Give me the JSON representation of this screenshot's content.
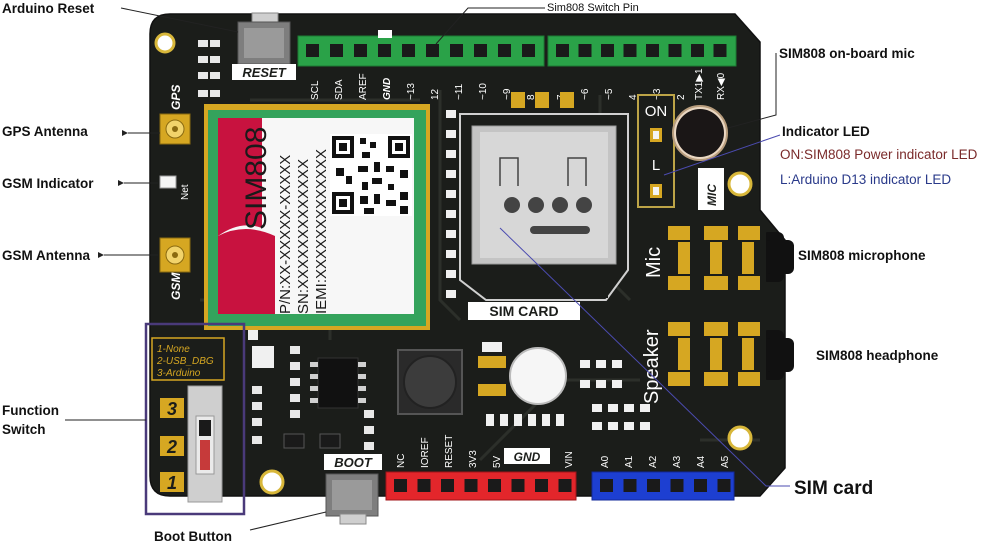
{
  "callouts": {
    "arduino_reset": "Arduino Reset",
    "switch_pin": "Sim808 Switch Pin",
    "onboard_mic": "SIM808 on-board mic",
    "gps_antenna": "GPS Antenna",
    "indicator_led": "Indicator LED",
    "on_desc": "ON:SIM808 Power indicator LED",
    "l_desc": "L:Arduino D13 indicator LED",
    "gsm_indicator": "GSM Indicator",
    "gsm_antenna": "GSM Antenna",
    "sim_microphone": "SIM808 microphone",
    "sim_headphone": "SIM808 headphone",
    "function_switch_1": "Function",
    "function_switch_2": "Switch",
    "sim_card": "SIM card",
    "boot_button": "Boot Button"
  },
  "silkscreen": {
    "reset": "RESET",
    "gps": "GPS",
    "gsm": "GSM",
    "net": "Net",
    "mic_box": "MIC",
    "mic_jack": "Mic",
    "speaker": "Speaker",
    "on": "ON",
    "l": "L",
    "txd": "TX1▶1",
    "rxd": "RX◀0",
    "boot": "BOOT",
    "sim_card": "SIM CARD",
    "gnd_top": "GND",
    "gnd_bottom": "GND",
    "mode_1": "1-None",
    "mode_2": "2-USB_DBG",
    "mode_3": "3-Arduino",
    "num_1": "1",
    "num_2": "2",
    "num_3": "3"
  },
  "top_header_left": [
    "SCL",
    "SDA",
    "AREF",
    "GND",
    "~13",
    "12",
    "~11",
    "~10",
    "~9",
    "8"
  ],
  "top_header_right": [
    "7",
    "~6",
    "~5",
    "4",
    "~3",
    "2"
  ],
  "bottom_power": [
    "NC",
    "IOREF",
    "RESET",
    "3V3",
    "5V",
    "GND",
    "GND",
    "VIN"
  ],
  "bottom_analog": [
    "A0",
    "A1",
    "A2",
    "A3",
    "A4",
    "A5"
  ],
  "module": {
    "name": "SIM808",
    "pn": "P/N:XX-XXXXX-XXXXX",
    "sn": "SN:XXXXXXXXXXXXX",
    "iemi": "IEMI:XXXXXXXXXXXXX"
  },
  "colors": {
    "board": "#1b1d1a",
    "header_green": "#2aa248",
    "header_red": "#e3262b",
    "header_blue": "#1d3fd1",
    "module_frame": "#34a35c",
    "module_pink": "#c8123f",
    "gold": "#d6a722"
  }
}
